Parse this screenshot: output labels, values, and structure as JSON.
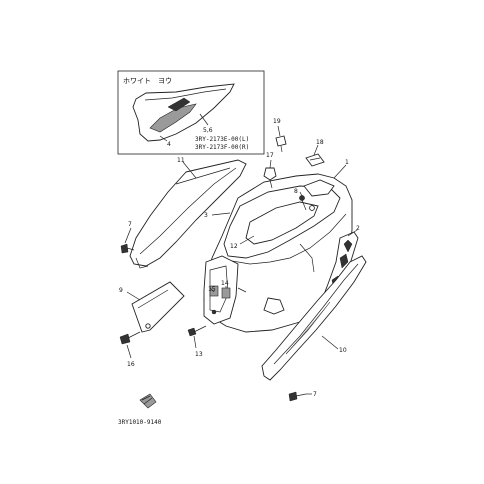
{
  "inset": {
    "title": "ホワイト　ヨウ",
    "callout_56": "5,6",
    "callout_4": "4",
    "part_l": "3RY-2173E-00(L)",
    "part_r": "3RY-2173F-00(R)"
  },
  "callouts": {
    "c1": "1",
    "c2": "2",
    "c3": "3",
    "c7a": "7",
    "c7b": "7",
    "c8": "8",
    "c9": "9",
    "c10": "10",
    "c11": "11",
    "c12": "12",
    "c13": "13",
    "c14": "14",
    "c15": "15",
    "c16": "16",
    "c17": "17",
    "c18": "18",
    "c19": "19"
  },
  "catalog_code": "3RY1010-9140"
}
